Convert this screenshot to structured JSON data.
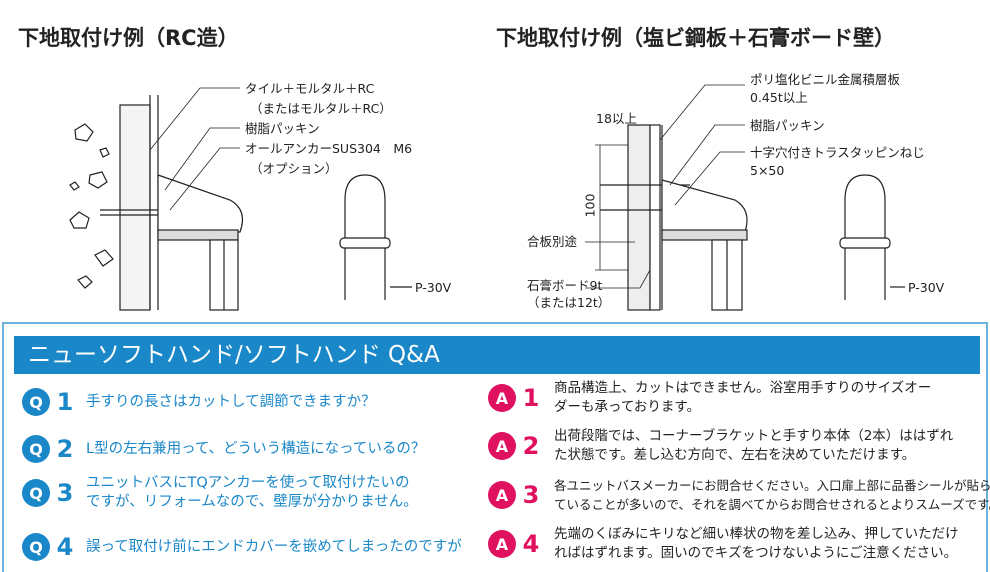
{
  "left_diagram": {
    "title": "下地取付け例（RC造）",
    "labels": [
      "タイル＋モルタル＋RC",
      "（またはモルタル＋RC）",
      "樹脂パッキン",
      "オールアンカーSUS304　M6",
      "（オプション）",
      "P-30V"
    ]
  },
  "right_diagram": {
    "title": "下地取付け例（塩ビ鋼板＋石膏ボード壁）",
    "labels": [
      "ポリ塩化ビニル金属積層板",
      "0.45t以上",
      "18以上",
      "樹脂パッキン",
      "十字穴付きトラスタッピンねじ",
      "5×50",
      "100",
      "合板別途",
      "石膏ボード9t",
      "（または12t）",
      "P-30V"
    ]
  },
  "qa": {
    "title": "ニューソフトハンド/ソフトハンド Q&A",
    "q_badge": "Q",
    "a_badge": "A",
    "items": [
      {
        "num": "1",
        "q": [
          "手すりの長さはカットして調節できますか？"
        ],
        "a": [
          "商品構造上、カットはできません。浴室用手すりのサイズオー",
          "ダーも承っております。"
        ]
      },
      {
        "num": "2",
        "q": [
          "L型の左右兼用って、どういう構造になっているの？"
        ],
        "a": [
          "出荷段階では、コーナーブラケットと手すり本体（2本）ははずれ",
          "た状態です。差し込む方向で、左右を決めていただけます。"
        ]
      },
      {
        "num": "3",
        "q": [
          "ユニットバスにTQアンカーを使って取付けたいの",
          "ですが、リフォームなので、壁厚が分かりません。"
        ],
        "a": [
          "各ユニットバスメーカーにお問合せください。入口扉上部に品番シールが貼られ",
          "ていることが多いので、それを調べてからお問合せされるとよりスムーズです。"
        ]
      },
      {
        "num": "4",
        "q": [
          "誤って取付け前にエンドカバーを嵌めてしまったのですが"
        ],
        "a": [
          "先端のくぼみにキリなど細い棒状の物を差し込み、押していただけ",
          "ればはずれます。固いのでキズをつけないようにご注意ください。"
        ]
      }
    ]
  }
}
